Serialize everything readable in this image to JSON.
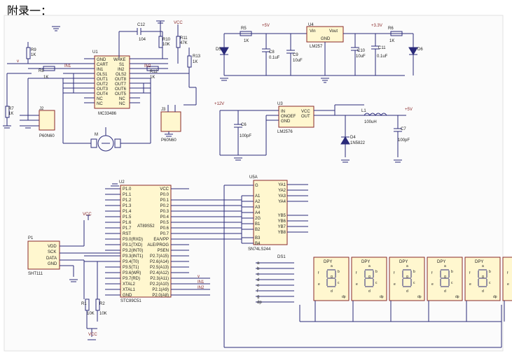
{
  "title": "附录一：",
  "u1": {
    "ref": "U1",
    "part": "MC33486",
    "pins_left": [
      "GND",
      "CART",
      "IN1",
      "OLS1",
      "OUT1",
      "OUT2",
      "OUT3",
      "OUT4",
      "NC",
      "NC"
    ],
    "pins_right": [
      "WAKE",
      "S1",
      "IN2",
      "OLS2",
      "OUT8",
      "OUT7",
      "OUT6",
      "OUT5",
      "NC",
      "NC"
    ]
  },
  "u2": {
    "ref": "U2",
    "part": "AT89S52",
    "part2": "STC89C51",
    "pins_left": [
      "P1.0",
      "P1.1",
      "P1.2",
      "P1.3",
      "P1.4",
      "P1.5",
      "P1.6",
      "P1.7",
      "RST",
      "P3.0(RXD)",
      "P3.1(TXD)",
      "P3.2(INT0)",
      "P3.3(INT1)",
      "P3.4(T0)",
      "P3.5(T1)",
      "P3.6(WR)",
      "P3.7(RD)",
      "XTAL2",
      "XTAL1",
      "GND"
    ],
    "pins_right": [
      "VCC",
      "P0.0",
      "P0.1",
      "P0.2",
      "P0.3",
      "P0.4",
      "P0.5",
      "P0.6",
      "P0.7",
      "EA/VPP",
      "ALE/PROG",
      "PSEN",
      "P2.7(A15)",
      "P2.6(A14)",
      "P2.5(A13)",
      "P2.4(A12)",
      "P2.3(A11)",
      "P2.2(A10)",
      "P2.1(A9)",
      "P2.0(A8)"
    ]
  },
  "u3": {
    "ref": "U3",
    "part": "LM2576",
    "pins": [
      "IN",
      "ONOEF",
      "GND",
      "VCC",
      "OUT"
    ]
  },
  "u4": {
    "ref": "U4",
    "part": "LM257",
    "pins": [
      "Vin",
      "Vout",
      "GND"
    ]
  },
  "u5": {
    "ref": "U5A",
    "part": "SN74LS244",
    "pins_left": [
      "G",
      "A1",
      "A2",
      "A3",
      "A4",
      "2G",
      "B1",
      "B2",
      "B3",
      "B4"
    ],
    "pins_right": [
      "YA1",
      "YA2",
      "YA3",
      "YA4",
      "YB5",
      "YB6",
      "YB7",
      "YB8"
    ]
  },
  "p1": {
    "ref": "P1",
    "part": "SHT111",
    "pins": [
      "VDD",
      "SCK",
      "DATA",
      "GND"
    ]
  },
  "ds1": {
    "ref": "DS1",
    "digit_label": "DPY",
    "segments": [
      "a",
      "b",
      "c",
      "d",
      "e",
      "f",
      "g",
      "dp"
    ]
  },
  "labels": {
    "vcc": "VCC",
    "v5": "+5V",
    "v33": "+3.3V",
    "v12": "+12V",
    "in1": "IN1",
    "in2": "IN2",
    "v": "v",
    "motor": "M",
    "j2": "J2",
    "j3": "J3",
    "p60n60a": "P60N60",
    "p60n60b": "P60N60",
    "l1": "L1",
    "l1_val": "100uH",
    "d4": "D4",
    "d4_part": "1N5822",
    "d5": "D5",
    "d6": "D6"
  },
  "parts": [
    {
      "ref": "R9",
      "val": "1K"
    },
    {
      "ref": "R8",
      "val": "1K"
    },
    {
      "ref": "R7",
      "val": "1K"
    },
    {
      "ref": "C12",
      "val": "104"
    },
    {
      "ref": "R10",
      "val": "10K"
    },
    {
      "ref": "R11",
      "val": "47K"
    },
    {
      "ref": "R12",
      "val": "1K"
    },
    {
      "ref": "R13",
      "val": "1K"
    },
    {
      "ref": "R5",
      "val": "1K"
    },
    {
      "ref": "R6",
      "val": "1K"
    },
    {
      "ref": "C8",
      "val": "0.1uF"
    },
    {
      "ref": "C9",
      "val": "10uF"
    },
    {
      "ref": "C10",
      "val": "10uF"
    },
    {
      "ref": "C11",
      "val": "0.1uF"
    },
    {
      "ref": "C6",
      "val": "100pF"
    },
    {
      "ref": "C7",
      "val": "100pF"
    },
    {
      "ref": "R1",
      "val": "10K"
    },
    {
      "ref": "R2",
      "val": "10K"
    }
  ]
}
